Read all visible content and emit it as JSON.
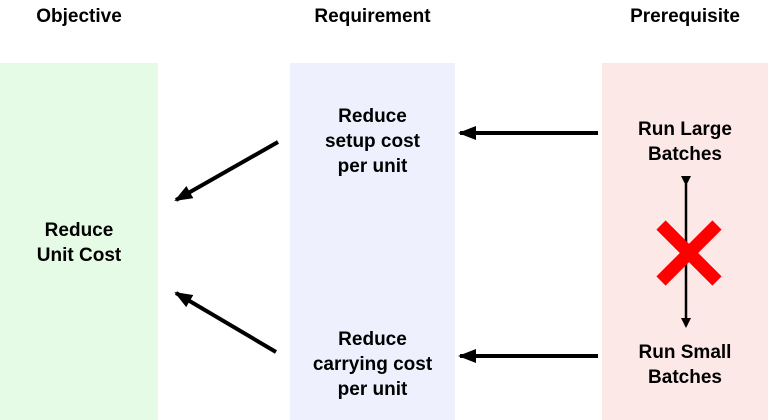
{
  "headers": {
    "objective": "Objective",
    "requirement": "Requirement",
    "prerequisite": "Prerequisite"
  },
  "nodes": {
    "objective": [
      "Reduce",
      "Unit Cost"
    ],
    "requirement_top": [
      "Reduce",
      "setup cost",
      "per unit"
    ],
    "requirement_bottom": [
      "Reduce",
      "carrying cost",
      "per unit"
    ],
    "prerequisite_top": [
      "Run Large",
      "Batches"
    ],
    "prerequisite_bottom": [
      "Run Small",
      "Batches"
    ]
  },
  "colors": {
    "objective_bg": "#e6fbe6",
    "requirement_bg": "#eef0fd",
    "prerequisite_bg": "#fde8e8",
    "arrow": "#000000",
    "conflict_x": "#ff0000"
  }
}
